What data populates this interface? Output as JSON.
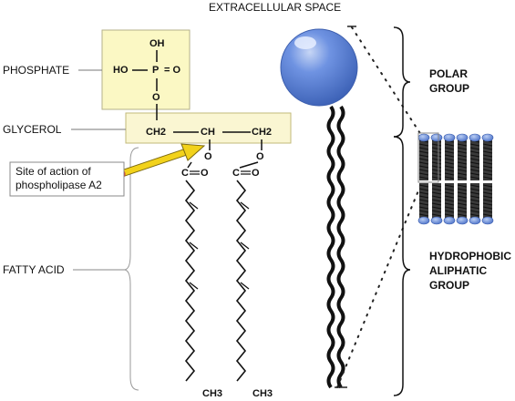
{
  "header": {
    "region": "EXTRACELLULAR SPACE"
  },
  "labels": {
    "phosphate": "PHOSPHATE",
    "glycerol": "GLYCEROL",
    "fatty_acid": "FATTY ACID",
    "site_line1": "Site of action of",
    "site_line2": "phospholipase A2",
    "polar_line1": "POLAR",
    "polar_line2": "GROUP",
    "hydro_line1": "HYDROPHOBIC",
    "hydro_line2": "ALIPHATIC",
    "hydro_line3": "GROUP"
  },
  "chem": {
    "oh": "OH",
    "ho": "HO",
    "p": "P",
    "eq_o": "= O",
    "o": "O",
    "ch2": "CH2",
    "ch": "CH",
    "c": "C",
    "ch3": "CH3"
  },
  "colors": {
    "box_fill": "#fbf8c4",
    "glycerol_fill": "#faf6d2",
    "head_blue": "#5b82d9",
    "arrow_yellow": "#f2d21b",
    "arrow_dot": "#d33030"
  }
}
